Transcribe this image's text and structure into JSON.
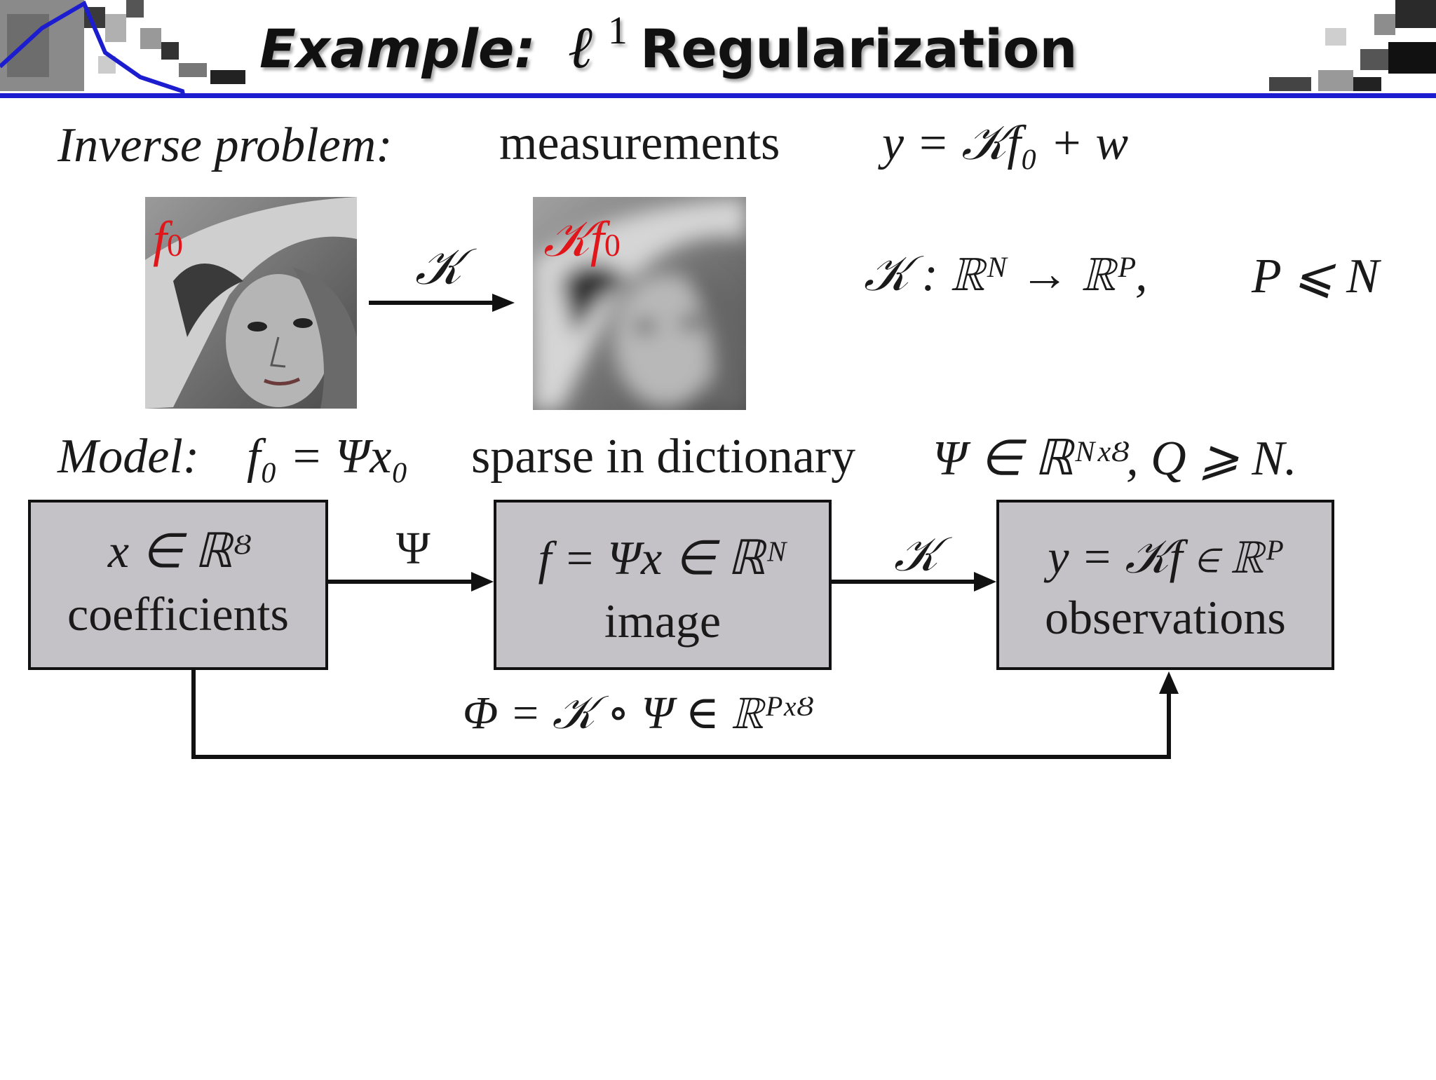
{
  "slide": {
    "title_word": "Example:",
    "title_ell": "ℓ",
    "title_sup": "1",
    "title_rest": "Regularization",
    "inverse_label": "Inverse problem:",
    "measurements_label": "measurements",
    "measure_eq": "y = 𝒦f₀ + w",
    "img1_label_f": "f",
    "img1_label_sub": "0",
    "arrow_label_k": "𝒦",
    "img2_label": "𝒦f",
    "img2_label_sub": "0",
    "k_map_eq": "𝒦 : ℝᴺ → ℝᴾ,",
    "k_cond": "P ⩽ N",
    "model_label": "Model:",
    "model_eq": "f₀ = Ψx₀",
    "model_text": "sparse in dictionary",
    "model_dict": "Ψ ∈ ℝᴺˣᴽ, Q ⩾ N."
  },
  "diagram": {
    "box1_math": "x ∈ ℝᴽ",
    "box1_label": "coefficients",
    "psi_label": "Ψ",
    "box2_math": "f = Ψx ∈ ℝᴺ",
    "box2_label": "image",
    "k_label": "𝒦",
    "box3_math": "y = 𝒦f ∈ ℝᴾ",
    "box3_label": "observations",
    "phi_label": "Φ = 𝒦 ∘ Ψ ∈ ℝᴾˣᴽ"
  },
  "colors": {
    "rule": "#1d1dd0",
    "box_fill": "#c4c2c6",
    "highlight": "#e0161b"
  }
}
